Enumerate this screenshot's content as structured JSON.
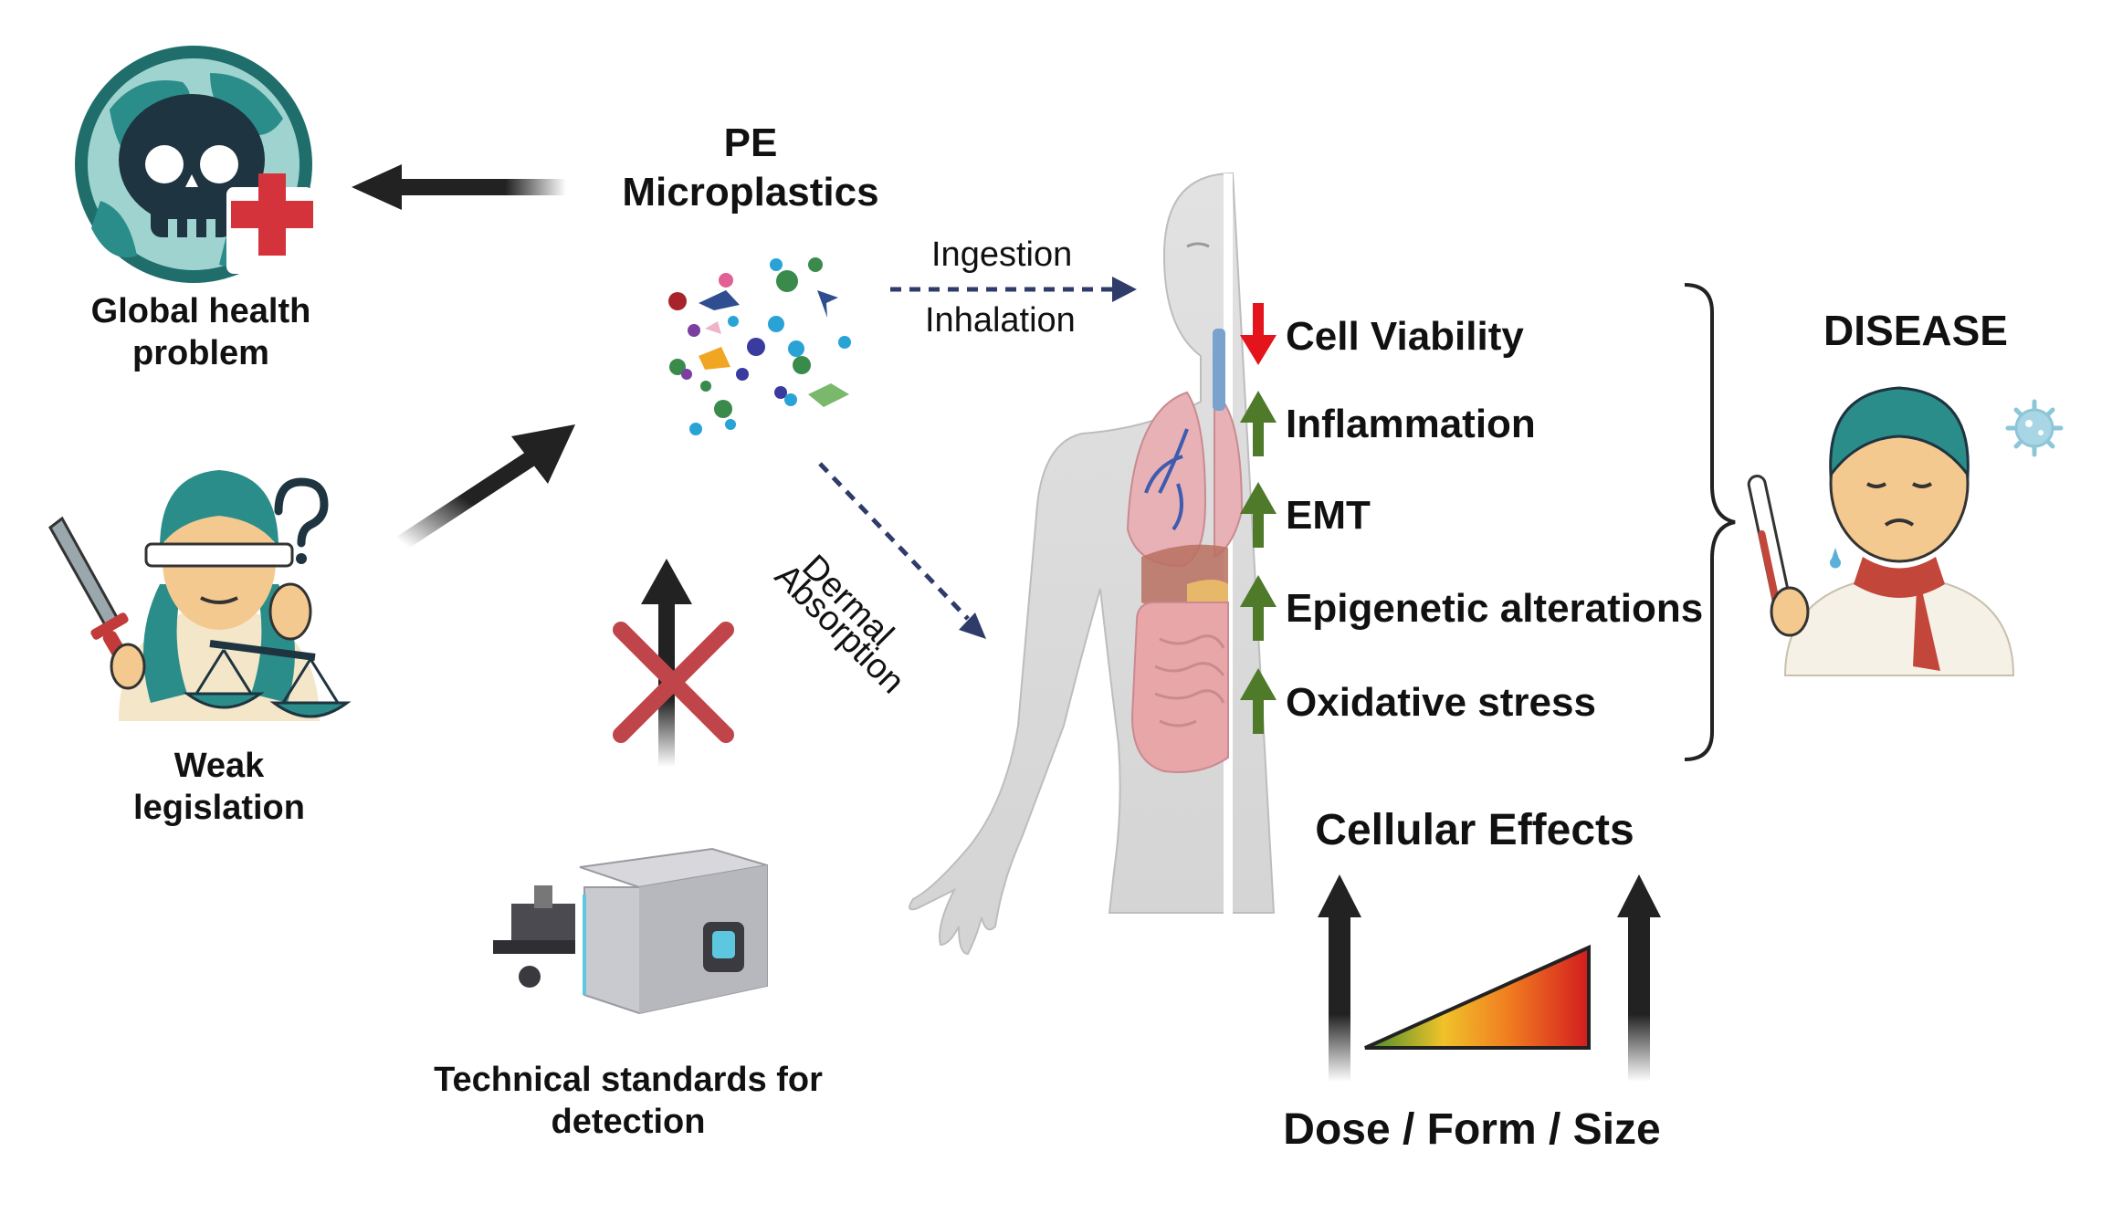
{
  "pe_label": {
    "line1": "PE",
    "line2": "Microplastics"
  },
  "global_health": {
    "line1": "Global health",
    "line2": "problem"
  },
  "weak_legislation": {
    "line1": "Weak",
    "line2": "legislation"
  },
  "technical_standards": {
    "line1": "Technical standards for",
    "line2": "detection"
  },
  "routes": {
    "ingestion": "Ingestion",
    "inhalation": "Inhalation",
    "dermal_line1": "Dermal",
    "dermal_line2": "Absorption"
  },
  "effects": [
    {
      "label": "Cell Viability",
      "direction": "down",
      "color": "#e3141b"
    },
    {
      "label": "Inflammation",
      "direction": "up",
      "color": "#4e7a2a"
    },
    {
      "label": "EMT",
      "direction": "up",
      "color": "#4e7a2a"
    },
    {
      "label": "Epigenetic alterations",
      "direction": "up",
      "color": "#4e7a2a"
    },
    {
      "label": "Oxidative stress",
      "direction": "up",
      "color": "#4e7a2a"
    }
  ],
  "disease": "DISEASE",
  "cellular_effects": "Cellular Effects",
  "dose_form_size": "Dose / Form / Size",
  "colors": {
    "globe": "#2b8d8a",
    "skull": "#1e3440",
    "plus": "#d5333b",
    "cross": "#c0454a",
    "route_arrow": "#2f3c6a"
  },
  "icons": [
    "globe-skull-icon",
    "justice-figure-icon",
    "microplastic-particles-icon",
    "human-body-icon",
    "spectrometer-icon",
    "sick-person-icon",
    "virus-icon",
    "dose-gradient-icon"
  ]
}
